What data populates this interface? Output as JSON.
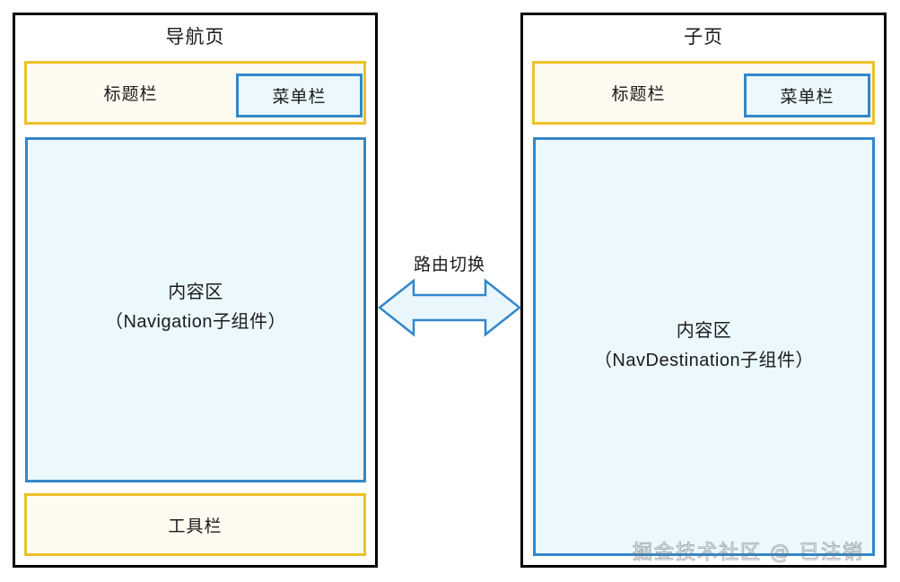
{
  "diagram": {
    "left_panel": {
      "title": "导航页",
      "title_bar": "标题栏",
      "menu_bar": "菜单栏",
      "content_line1": "内容区",
      "content_line2": "（Navigation子组件）",
      "tool_bar": "工具栏"
    },
    "right_panel": {
      "title": "子页",
      "title_bar": "标题栏",
      "menu_bar": "菜单栏",
      "content_line1": "内容区",
      "content_line2": "（NavDestination子组件）"
    },
    "connector": {
      "label": "路由切换"
    },
    "watermark": "掘金技术社区 @ 已注销",
    "colors": {
      "panel_border": "#000000",
      "bar_yellow_border": "#eec12a",
      "bar_yellow_fill": "#fdfaef",
      "blue_border": "#3387c9",
      "blue_fill": "#ebf8fd",
      "arrow_border": "#3387c9",
      "arrow_fill": "#e9f6fc",
      "text": "#1b1b1b"
    }
  }
}
